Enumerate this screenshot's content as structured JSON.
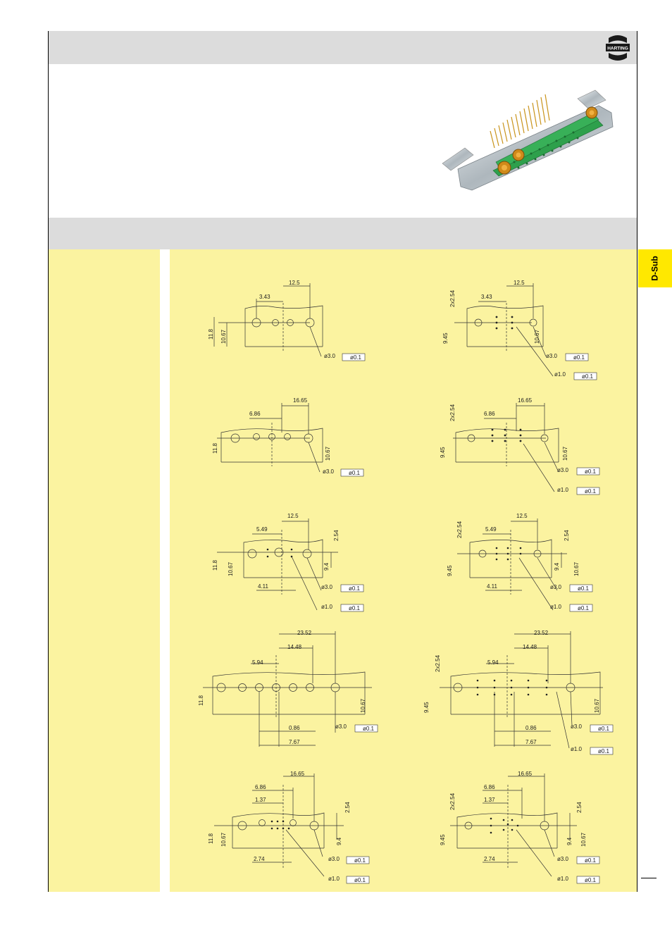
{
  "tab": {
    "label": "D-Sub"
  },
  "logo": {
    "text": "HARTING"
  },
  "drawings": [
    {
      "dims": [
        "12.5",
        "3.43",
        "11.8",
        "10.67",
        "ø3.0",
        "ø0.1"
      ]
    },
    {
      "dims": [
        "2x2.54",
        "12.5",
        "3.43",
        "9.45",
        "10.67",
        "ø3.0",
        "ø0.1",
        "ø1.0",
        "ø0.1"
      ]
    },
    {
      "dims": [
        "16.65",
        "6.86",
        "11.8",
        "10.67",
        "ø3.0",
        "ø0.1"
      ]
    },
    {
      "dims": [
        "2x2.54",
        "16.65",
        "6.86",
        "9.45",
        "10.67",
        "ø3.0",
        "ø0.1",
        "ø1.0",
        "ø0.1"
      ]
    },
    {
      "dims": [
        "12.5",
        "5.49",
        "2.54",
        "11.8",
        "10.67",
        "9.4",
        "4.11",
        "ø3.0",
        "ø0.1",
        "ø1.0",
        "ø0.1"
      ]
    },
    {
      "dims": [
        "2x2.54",
        "12.5",
        "5.49",
        "2.54",
        "9.45",
        "9.4",
        "10.67",
        "4.11",
        "ø3.0",
        "ø0.1",
        "ø1.0",
        "ø0.1"
      ]
    },
    {
      "dims": [
        "23.52",
        "14.48",
        "5.94",
        "11.8",
        "10.67",
        "0.86",
        "7.67",
        "ø3.0",
        "ø0.1"
      ]
    },
    {
      "dims": [
        "23.52",
        "14.48",
        "5.94",
        "2x2.54",
        "9.45",
        "10.67",
        "0.86",
        "7.67",
        "ø3.0",
        "ø0.1",
        "ø1.0",
        "ø0.1"
      ]
    },
    {
      "dims": [
        "16.65",
        "6.86",
        "1.37",
        "2.54",
        "11.8",
        "10.67",
        "9.4",
        "2.74",
        "ø3.0",
        "ø0.1",
        "ø1.0",
        "ø0.1"
      ]
    },
    {
      "dims": [
        "16.65",
        "6.86",
        "1.37",
        "2x2.54",
        "2.54",
        "9.45",
        "9.4",
        "10.67",
        "2.74",
        "ø3.0",
        "ø0.1",
        "ø1.0",
        "ø0.1"
      ]
    }
  ]
}
